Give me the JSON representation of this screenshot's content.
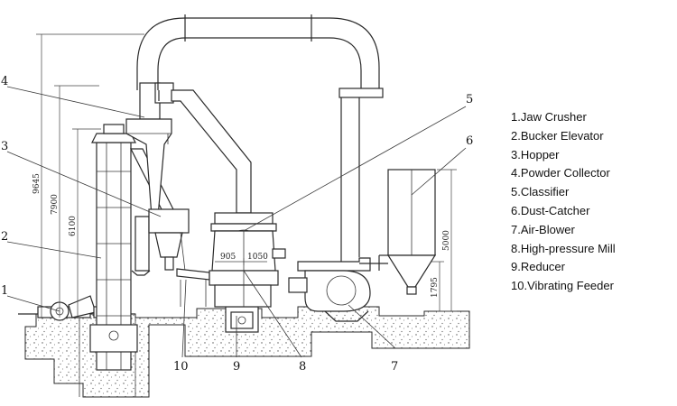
{
  "callouts": {
    "c1": "1",
    "c2": "2",
    "c3": "3",
    "c4": "4",
    "c5": "5",
    "c6": "6",
    "c7": "7",
    "c8": "8",
    "c9": "9",
    "c10": "10"
  },
  "dimensions": {
    "overall_height": "9645",
    "elevator_top": "7900",
    "elevator_mid": "6100",
    "mill_width_left": "905",
    "mill_width_right": "1050",
    "feeder_height": "5000",
    "feeder_base": "1795"
  },
  "legend": [
    "1.Jaw Crusher",
    "2.Bucker Elevator",
    "3.Hopper",
    "4.Powder Collector",
    "5.Classifier",
    "6.Dust-Catcher",
    "7.Air-Blower",
    "8.High-pressure Mill",
    "9.Reducer",
    "10.Vibrating Feeder"
  ]
}
